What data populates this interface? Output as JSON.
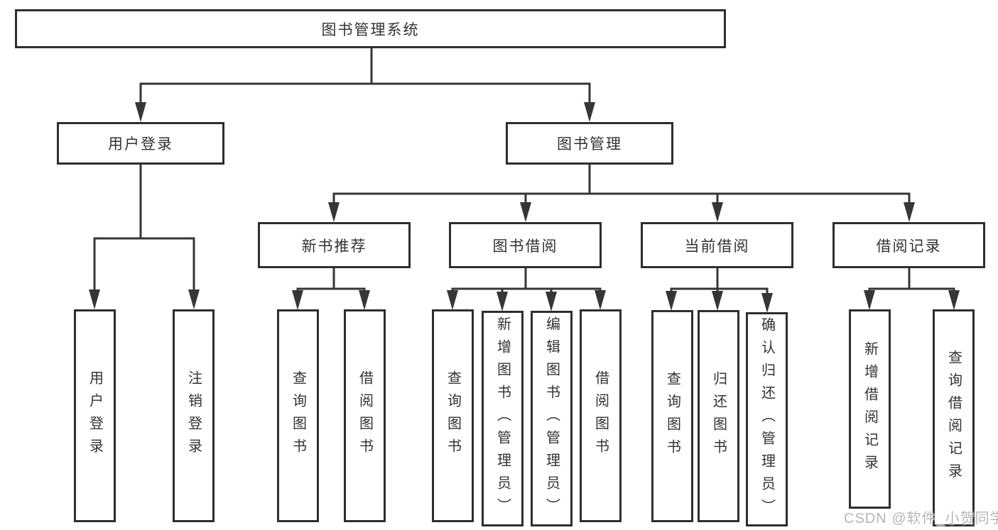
{
  "diagram": {
    "root": {
      "label": "图书管理系统"
    },
    "level2": {
      "user_login": {
        "label": "用户登录"
      },
      "book_management": {
        "label": "图书管理"
      }
    },
    "level3": {
      "new_book_recommend": {
        "label": "新书推荐"
      },
      "book_borrow": {
        "label": "图书借阅"
      },
      "current_borrow": {
        "label": "当前借阅"
      },
      "borrow_records": {
        "label": "借阅记录"
      }
    },
    "leaves": {
      "user_login_leaf": {
        "label": "用户登录"
      },
      "logout": {
        "label": "注销登录"
      },
      "nb_query_book": {
        "label": "查询图书"
      },
      "nb_borrow_book": {
        "label": "借阅图书"
      },
      "bb_query_book": {
        "label": "查询图书"
      },
      "bb_add_book": {
        "label": "新增图书（管理员）"
      },
      "bb_edit_book": {
        "label": "编辑图书（管理员）"
      },
      "bb_borrow_book": {
        "label": "借阅图书"
      },
      "cb_query_book": {
        "label": "查询图书"
      },
      "cb_return_book": {
        "label": "归还图书"
      },
      "cb_confirm_return": {
        "label": "确认归还（管理员）"
      },
      "br_add_record": {
        "label": "新增借阅记录"
      },
      "br_query_record": {
        "label": "查询借阅记录"
      }
    }
  },
  "watermark": {
    "text": "CSDN @软件_小贺同学"
  },
  "colors": {
    "line": "#363636",
    "border": "#2e2e2e",
    "text": "#333333",
    "watermark_text": "#b6b6b6",
    "background": "#ffffff"
  }
}
